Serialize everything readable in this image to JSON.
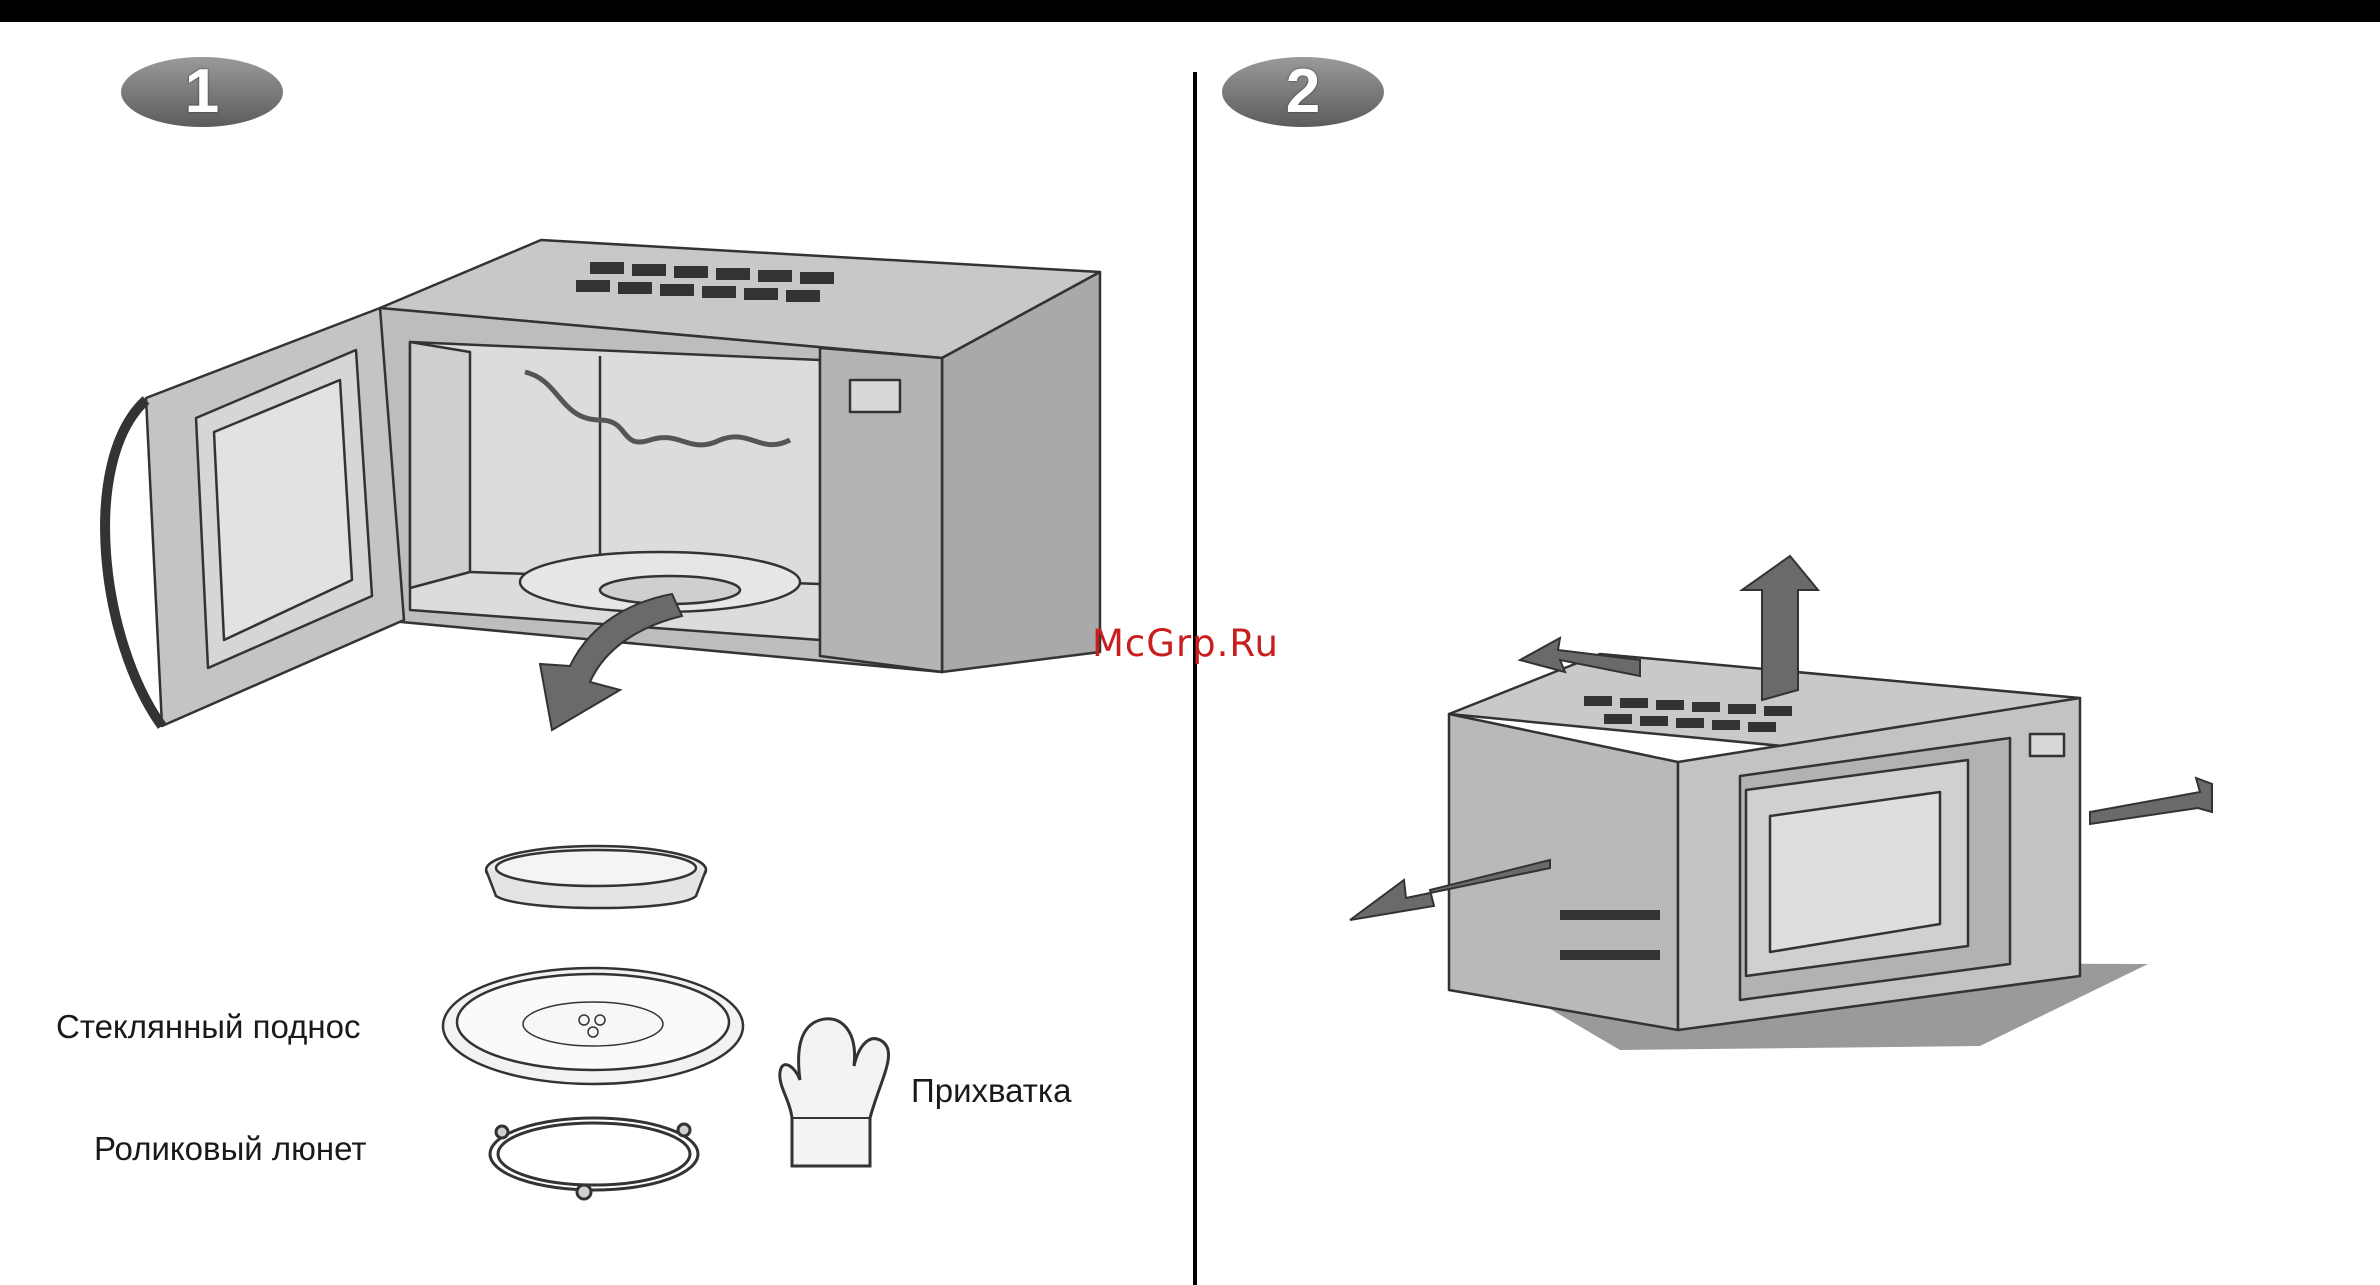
{
  "steps": [
    {
      "number": "1"
    },
    {
      "number": "2"
    }
  ],
  "accessories": {
    "glass_tray_label": "Стеклянный поднос",
    "roller_ring_label": "Роликовый люнет",
    "oven_mitt_label": "Прихватка"
  },
  "watermark": "McGrp.Ru",
  "icons": [
    "step-1-badge",
    "step-2-badge",
    "open-microwave-illustration",
    "curved-arrow-icon",
    "tray-dish",
    "glass-tray",
    "roller-ring",
    "oven-mitt-icon",
    "closed-microwave-illustration",
    "clearance-arrow-icon"
  ],
  "colors": {
    "appliance_gray": "#bcbcbc",
    "arrow_gray": "#6a6a6a",
    "watermark_red": "#c81e1e"
  }
}
